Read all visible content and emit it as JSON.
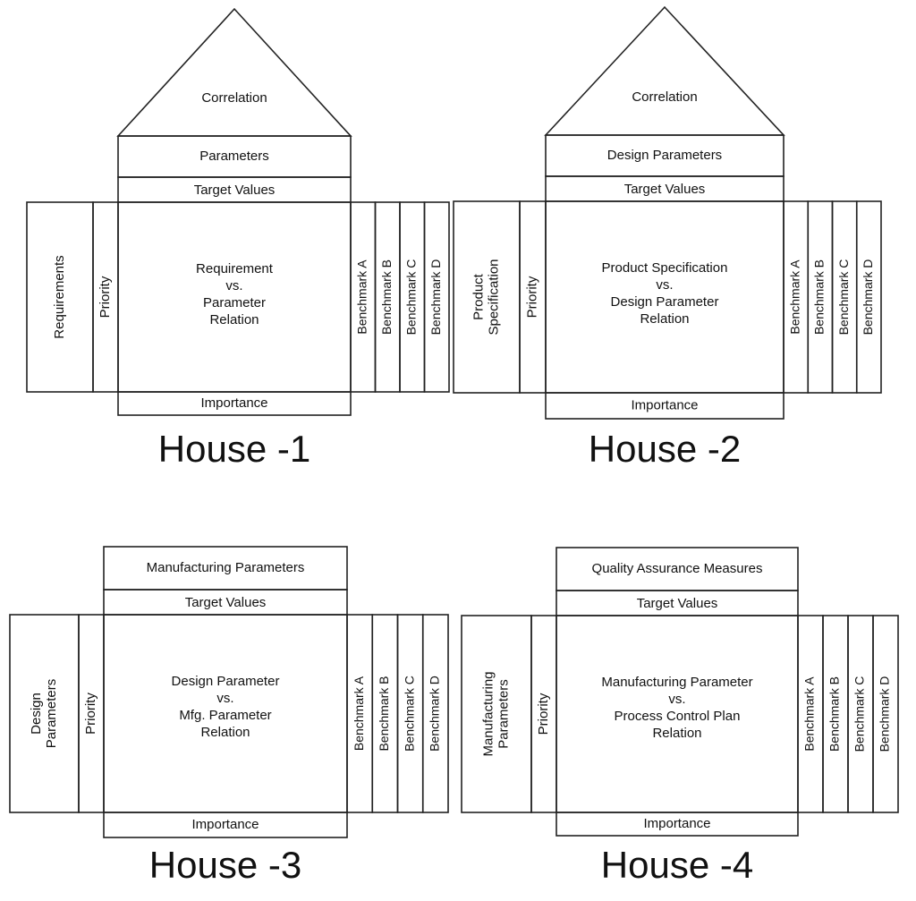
{
  "houses": [
    {
      "has_roof": true,
      "roof_label": "Correlation",
      "header": "Parameters",
      "target": "Target Values",
      "left_label": [
        "Requirements"
      ],
      "priority": "Priority",
      "relation": [
        "Requirement",
        "vs.",
        "Parameter",
        "Relation"
      ],
      "benchmarks": [
        "Benchmark A",
        "Benchmark B",
        "Benchmark C",
        "Benchmark D"
      ],
      "importance": "Importance",
      "title": "House -1"
    },
    {
      "has_roof": true,
      "roof_label": "Correlation",
      "header": "Design Parameters",
      "target": "Target Values",
      "left_label": [
        "Product",
        "Specification"
      ],
      "priority": "Priority",
      "relation": [
        "Product Specification",
        "vs.",
        "Design Parameter",
        "Relation"
      ],
      "benchmarks": [
        "Benchmark A",
        "Benchmark B",
        "Benchmark C",
        "Benchmark D"
      ],
      "importance": "Importance",
      "title": "House -2"
    },
    {
      "has_roof": false,
      "roof_label": "",
      "header": "Manufacturing Parameters",
      "target": "Target Values",
      "left_label": [
        "Design",
        "Parameters"
      ],
      "priority": "Priority",
      "relation": [
        "Design Parameter",
        "vs.",
        "Mfg. Parameter",
        "Relation"
      ],
      "benchmarks": [
        "Benchmark A",
        "Benchmark B",
        "Benchmark C",
        "Benchmark D"
      ],
      "importance": "Importance",
      "title": "House -3"
    },
    {
      "has_roof": false,
      "roof_label": "",
      "header": "Quality Assurance Measures",
      "target": "Target Values",
      "left_label": [
        "Manufacturing",
        "Parameters"
      ],
      "priority": "Priority",
      "relation": [
        "Manufacturing Parameter",
        "vs.",
        "Process Control Plan",
        "Relation"
      ],
      "benchmarks": [
        "Benchmark A",
        "Benchmark B",
        "Benchmark C",
        "Benchmark D"
      ],
      "importance": "Importance",
      "title": "House -4"
    }
  ]
}
